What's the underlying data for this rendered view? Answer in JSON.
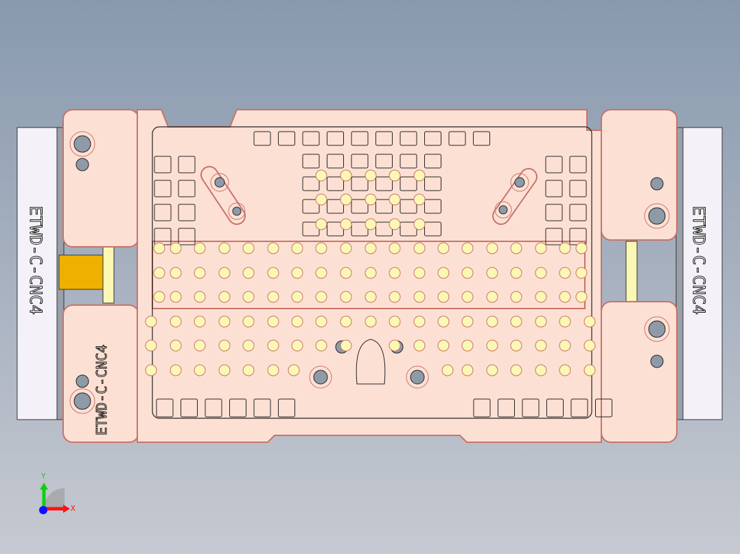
{
  "part": {
    "engraving_left": "ETWD-C-CNC4",
    "engraving_right": "ETWD-C-CNC4",
    "engraving_plate": "ETWD-C-CNC4"
  },
  "triad": {
    "y_label": "Y",
    "x_label": "X"
  },
  "colors": {
    "plate": "#fde0d4",
    "edge": "#c8736a",
    "pin": "#fbf7b4",
    "side_bar": "#f4f2f8",
    "fitting": "#f0b000",
    "x_axis": "#ff1010",
    "y_axis": "#10d010",
    "z_axis": "#1010ff"
  }
}
